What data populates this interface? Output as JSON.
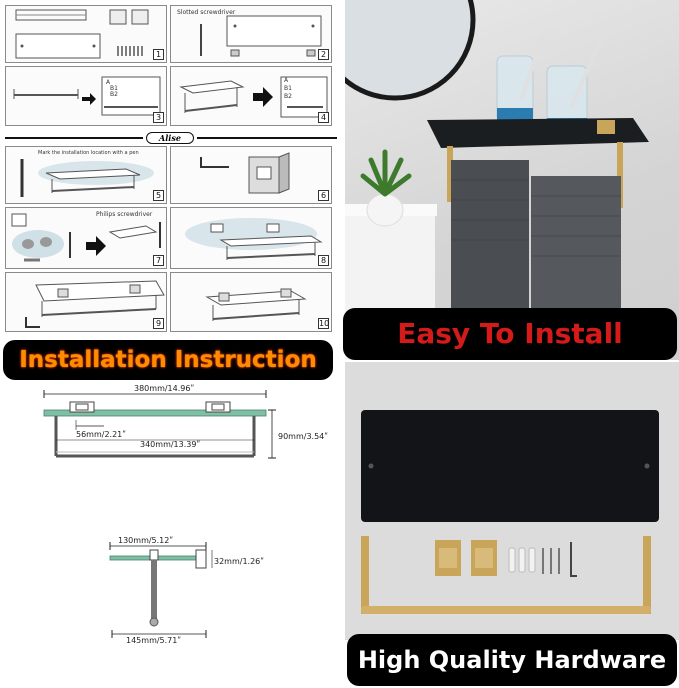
{
  "instructions": {
    "logo_text": "Alise",
    "steps": [
      {
        "num": "1",
        "caption": ""
      },
      {
        "num": "2",
        "caption": "Slotted screwdriver"
      },
      {
        "num": "3",
        "caption": ""
      },
      {
        "num": "4",
        "caption": ""
      },
      {
        "num": "5",
        "caption": "Mark the installation location with a pen"
      },
      {
        "num": "6",
        "caption": ""
      },
      {
        "num": "7",
        "caption": "Philips screwdriver"
      },
      {
        "num": "8",
        "caption": ""
      },
      {
        "num": "9",
        "caption": ""
      },
      {
        "num": "10",
        "caption": ""
      }
    ],
    "step3_labels": [
      "A",
      "B1",
      "B2"
    ],
    "step4_labels": [
      "A",
      "B1",
      "B2"
    ]
  },
  "banners": {
    "installation_instruction": "Installation Instruction",
    "easy_to_install": "Easy To Install",
    "high_quality_hardware": "High Quality Hardware"
  },
  "dimensions": {
    "total_length": "380mm/14.96ʺ",
    "bracket_width": "56mm/2.21ʺ",
    "bar_length": "340mm/13.39ʺ",
    "height": "90mm/3.54ʺ",
    "depth": "130mm/5.12ʺ",
    "bracket_height": "32mm/1.26ʺ",
    "bar_depth": "145mm/5.71ʺ"
  },
  "colors": {
    "banner_bg": "#000000",
    "red_text": "#d51a1a",
    "orange_text": "#ff8c00",
    "gold": "#c9a55a",
    "glass_green": "#7fbfa6"
  }
}
